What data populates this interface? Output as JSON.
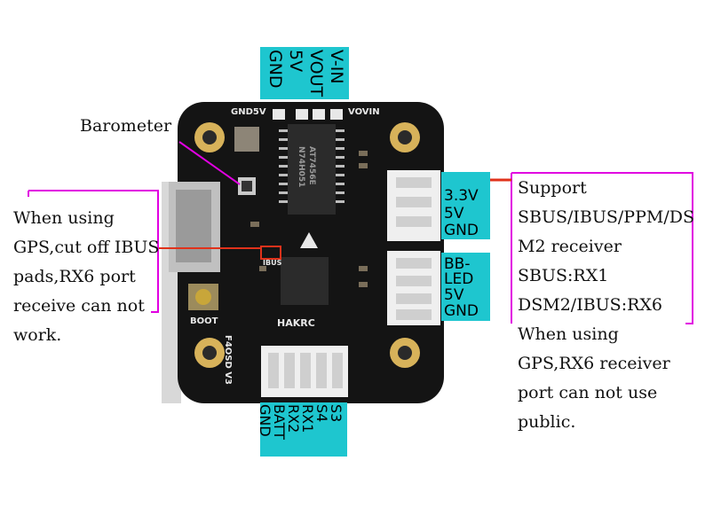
{
  "top_connector_labels": [
    "V-IN",
    "VOUT",
    "5V",
    "GND"
  ],
  "bottom_connector_labels": [
    "S3",
    "S4",
    "RX1",
    "RX2",
    "BATT",
    "GND"
  ],
  "right_upper_labels": [
    "3.3V",
    "5V",
    "GND"
  ],
  "right_lower_labels": [
    "BB-",
    "LED",
    "5V",
    "GND"
  ],
  "barometer_label": "Barometer",
  "left_note_lines": [
    "When using",
    "GPS,cut off IBUS",
    "pads,RX6 port",
    "receive can not",
    "work."
  ],
  "right_note_lines": [
    "Support",
    "SBUS/IBUS/PPM/DS",
    "M2 receiver",
    "SBUS:RX1",
    "DSM2/IBUS:RX6",
    "When using",
    "GPS,RX6 receiver",
    "port can not use",
    "public."
  ],
  "board_silk": {
    "top_left": "GND5V",
    "top_right": "VOVIN",
    "ibus": "IBUS",
    "brand": "HAKRC",
    "boot": "BOOT",
    "model": "F4OSD V3",
    "chip_main_1": "AT7456E",
    "chip_main_2": "N74H051"
  },
  "colors": {
    "cyan": "#1ec6cf",
    "magenta": "#e100e1",
    "board": "#141414",
    "pad": "#d7b25a",
    "arrow": "#e0321b"
  }
}
